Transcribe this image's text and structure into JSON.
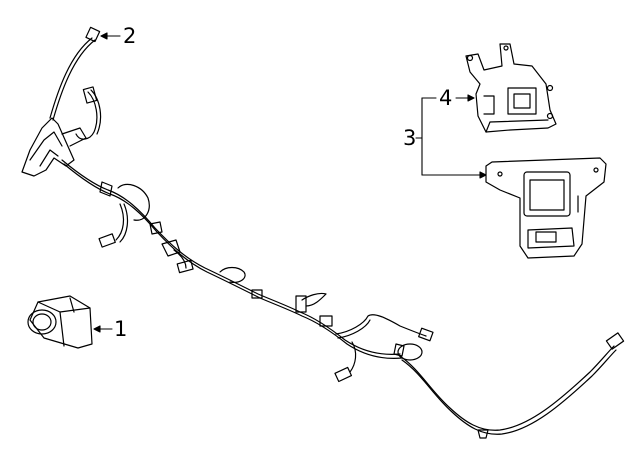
{
  "callouts": {
    "sensor": "1",
    "connector": "2",
    "module_group": "3",
    "bracket": "4"
  },
  "colors": {
    "line": "#000000",
    "background": "#ffffff"
  }
}
